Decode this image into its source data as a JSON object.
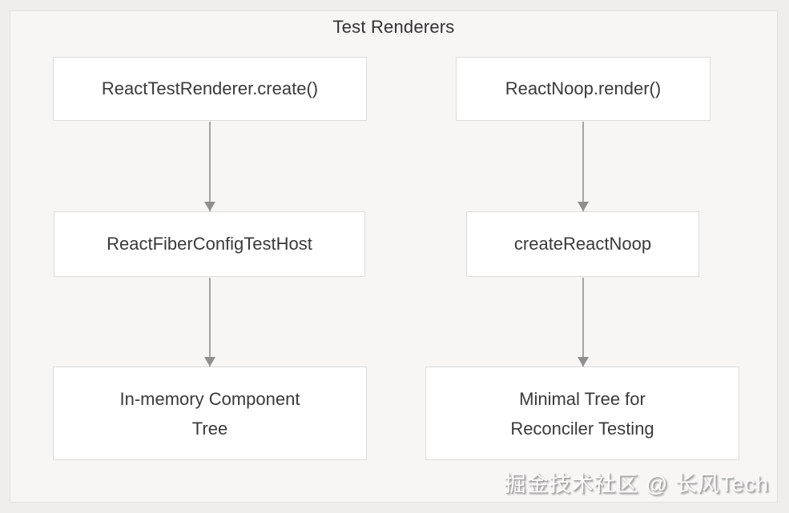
{
  "title": "Test Renderers",
  "watermark": "掘金技术社区 @ 长风Tech",
  "columns": {
    "left": {
      "nodes": [
        {
          "label": "ReactTestRenderer.create()"
        },
        {
          "label": "ReactFiberConfigTestHost"
        },
        {
          "label": "In-memory Component Tree"
        }
      ]
    },
    "right": {
      "nodes": [
        {
          "label": "ReactNoop.render()"
        },
        {
          "label": "createReactNoop"
        },
        {
          "label": "Minimal Tree for Reconciler Testing"
        }
      ]
    }
  },
  "colors": {
    "canvas_bg": "#f0eeec",
    "panel_bg": "#f7f6f5",
    "panel_border": "#e2e0de",
    "node_bg": "#ffffff",
    "node_border": "#dcdcdc",
    "text": "#3a3a3a",
    "arrow": "#9c9c9c"
  }
}
